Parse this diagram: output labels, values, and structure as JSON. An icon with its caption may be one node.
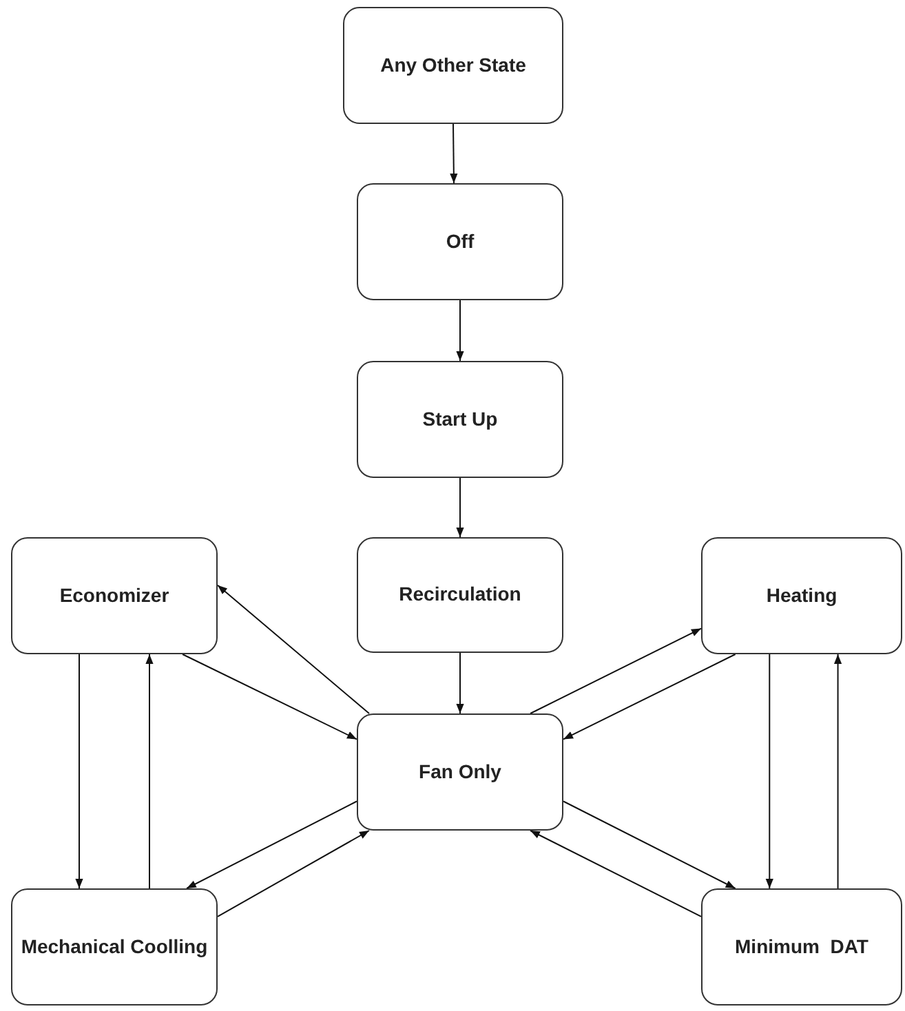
{
  "diagram": {
    "nodes": [
      {
        "text": [
          "Any Other State"
        ]
      },
      {
        "text": [
          "Off"
        ]
      },
      {
        "text": [
          "Start Up"
        ]
      },
      {
        "text": [
          "Recirculation"
        ]
      },
      {
        "text": [
          "Economizer"
        ]
      },
      {
        "text": [
          "Heating"
        ]
      },
      {
        "text": [
          "Fan Only"
        ]
      },
      {
        "text": [
          "Mechanical Coolling"
        ]
      },
      {
        "text": [
          "Minimum  DAT"
        ]
      }
    ],
    "edges": [
      {
        "from": 0,
        "to": 1,
        "arrow": "to"
      },
      {
        "from": 1,
        "to": 2,
        "arrow": "to"
      },
      {
        "from": 2,
        "to": 3,
        "arrow": "to"
      },
      {
        "from": 3,
        "to": 6,
        "arrow": "to"
      },
      {
        "from": 6,
        "to": 4,
        "arrow": "to"
      },
      {
        "from": 4,
        "to": 6,
        "arrow": "to"
      },
      {
        "from": 4,
        "to": 7,
        "arrow": "to"
      },
      {
        "from": 7,
        "to": 4,
        "arrow": "to"
      },
      {
        "from": 6,
        "to": 7,
        "arrow": "to"
      },
      {
        "from": 7,
        "to": 6,
        "arrow": "to"
      },
      {
        "from": 6,
        "to": 5,
        "arrow": "to"
      },
      {
        "from": 5,
        "to": 6,
        "arrow": "to"
      },
      {
        "from": 5,
        "to": 8,
        "arrow": "to"
      },
      {
        "from": 8,
        "to": 5,
        "arrow": "to"
      },
      {
        "from": 6,
        "to": 8,
        "arrow": "to"
      },
      {
        "from": 8,
        "to": 6,
        "arrow": "to"
      }
    ]
  }
}
